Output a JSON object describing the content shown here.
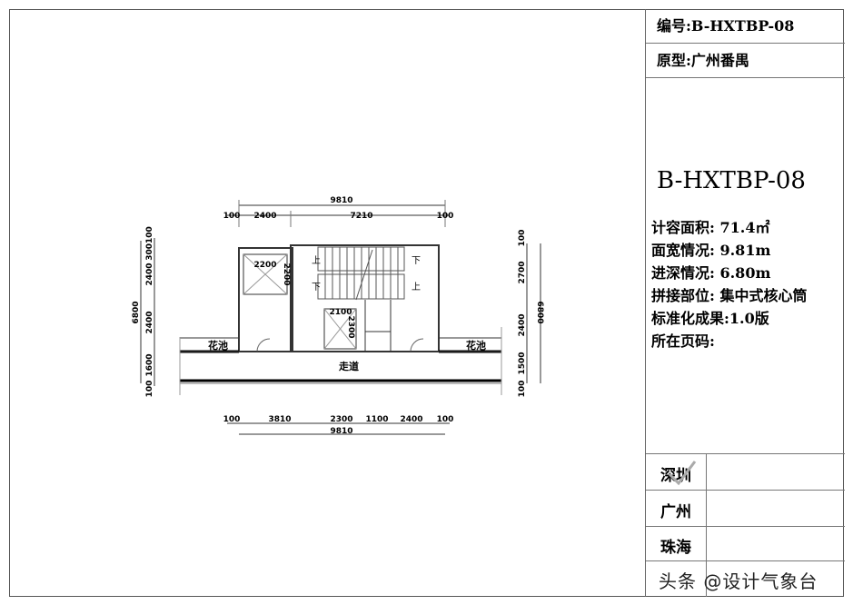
{
  "title_block": {
    "number_label": "编号:",
    "number_value": "B-HXTBP-08",
    "prototype_label": "原型:",
    "prototype_value": "广州番禺",
    "code": "B-HXTBP-08",
    "info": [
      "计容面积: 71.4㎡",
      "面宽情况: 9.81m",
      "进深情况: 6.80m",
      "拼接部位: 集中式核心筒",
      "标准化成果:1.0版",
      "所在页码:"
    ],
    "cities": [
      "深圳",
      "广州",
      "珠海"
    ],
    "checked_city": "深圳",
    "watermark": "头条 @设计气象台"
  },
  "plan": {
    "top_dims": {
      "total": "9810",
      "parts": [
        "100",
        "2400",
        "7210",
        "100"
      ]
    },
    "bottom_dims": {
      "total": "9810",
      "parts": [
        "100",
        "3810",
        "2300",
        "1100",
        "2400",
        "100"
      ]
    },
    "left_dims": {
      "total": "6800",
      "parts": [
        "300100",
        "2400",
        "2400",
        "1600",
        "100"
      ]
    },
    "right_dims": {
      "total": "6800",
      "parts": [
        "100",
        "2700",
        "2400",
        "1500",
        "100"
      ]
    },
    "labels": {
      "flower_bed_left": "花池",
      "flower_bed_right": "花池",
      "corridor": "走道",
      "up": "上",
      "down": "下",
      "elevator1_w": "2200",
      "elevator1_d": "2200",
      "elevator2_w": "2100",
      "elevator2_d": "2300"
    }
  }
}
